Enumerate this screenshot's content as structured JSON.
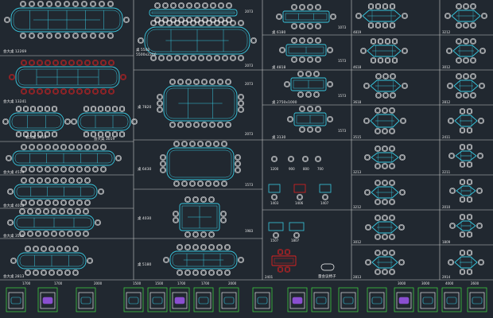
{
  "colors": {
    "background": "#212830",
    "grid_line": "#c8c8c8",
    "table": "#38c8e0",
    "chair": "#ffffff",
    "highlight": "#e02020",
    "dimension": "#40e040",
    "desk": "#8a4fd0"
  },
  "labels": {
    "c0_1": "会大桌 12269",
    "c0_2": "会大桌 13241",
    "c0_3a": "会大桌 3018",
    "c0_3b": "会大桌 3019",
    "c0_4": "会大桌 4519",
    "c0_5": "会大桌 4018",
    "c0_6": "会大桌 3515",
    "c0_7": "会大桌 2813",
    "c1_1a": "桌 5500",
    "c1_1b": "5500x2200",
    "c1_1c": "2073",
    "c1_2": "2073",
    "c1_3": "桌 7820",
    "c1_4": "桌 6430",
    "c1_5": "桌 4030",
    "c1_6": "桌 5180",
    "c1_3r": "2073",
    "c1_4r": "2073",
    "c1_5r": "1573",
    "c1_6r": "1983",
    "c2_1": "桌 6180",
    "c2_1r": "1073",
    "c2_2": "桌 4818",
    "c2_2r": "1573",
    "c2_3": "桌 2750x1000",
    "c2_3r": "1573",
    "c2_4": "桌 3130",
    "c2_4r": "1573",
    "c2_5a": "1200",
    "c2_5b": "900",
    "c2_5c": "800",
    "c2_5d": "700",
    "c2_6a": "1403",
    "c2_6b": "1406",
    "c2_6c": "1407",
    "c2_7a": "1507",
    "c2_7b": "1807",
    "c2_8a": "2401",
    "c2_8b": "量会议椅子",
    "c3_1": "4819",
    "c3_2": "4618",
    "c3_3": "3618",
    "c3_4": "3515",
    "c3_5": "3213",
    "c3_6": "3212",
    "c3_7": "3012",
    "c3_8": "2813",
    "c4_1": "3212",
    "c4_2": "3012",
    "c4_3": "2812",
    "c4_4": "2411",
    "c4_5": "2211",
    "c4_6": "2010",
    "c4_7": "1809",
    "c4_8": "2914",
    "desk_1": "1700",
    "desk_2": "1700",
    "desk_3": "2000",
    "desk_4": "1500",
    "desk_5": "1500",
    "desk_6": "1700",
    "desk_7": "1700",
    "desk_8": "2000",
    "desk_9": "3000",
    "desk_10": "3000",
    "desk_11": "4000",
    "desk_12": "2600"
  }
}
